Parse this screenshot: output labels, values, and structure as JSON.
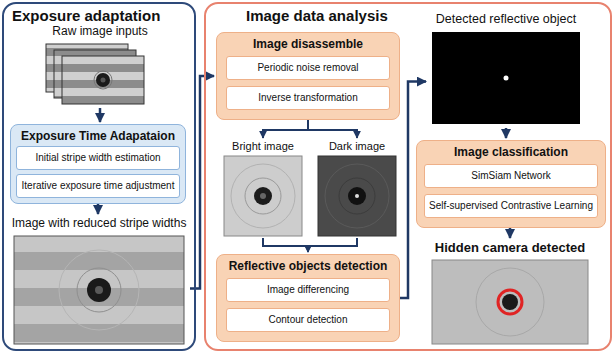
{
  "diagram": {
    "nodes": [
      {
        "text": [
          "Exposure adaptation"
        ]
      },
      {
        "text": [
          "Raw image inputs"
        ],
        "in": 0
      },
      {
        "text": [
          "Exposure Time Adapataion"
        ],
        "in": 0
      },
      {
        "text": [
          "Initial stripe width estimation"
        ],
        "in": 2
      },
      {
        "text": [
          "Iterative exposure time adjustment"
        ],
        "in": 2
      },
      {
        "text": [
          "Image with reduced stripe widths"
        ],
        "in": 0
      },
      {
        "text": [
          "Image data analysis"
        ]
      },
      {
        "text": [
          "Image disassemble"
        ],
        "in": 6
      },
      {
        "text": [
          "Periodic noise removal"
        ],
        "in": 7
      },
      {
        "text": [
          "Inverse transformation"
        ],
        "in": 7
      },
      {
        "text": [
          "Bright image"
        ],
        "in": 6
      },
      {
        "text": [
          "Dark image"
        ],
        "in": 6
      },
      {
        "text": [
          "Reflective objects detection"
        ],
        "in": 6
      },
      {
        "text": [
          "Image differencing"
        ],
        "in": 12
      },
      {
        "text": [
          "Contour detection"
        ],
        "in": 12
      },
      {
        "text": [
          "Detected reflective object"
        ],
        "in": 6
      },
      {
        "text": [
          "Image classification"
        ],
        "in": 6
      },
      {
        "text": [
          "SimSiam Network"
        ],
        "in": 16
      },
      {
        "text": [
          "Self-supervised Contrastive Learning"
        ],
        "in": 16
      },
      {
        "text": [
          "Hidden camera detected"
        ],
        "in": 6
      }
    ],
    "edges": [
      {
        "from": 1,
        "to": 2,
        "arrow": "to"
      },
      {
        "from": 2,
        "to": 5,
        "arrow": "to"
      },
      {
        "from": 5,
        "to": 7,
        "arrow": "to"
      },
      {
        "from": 7,
        "to": 10,
        "arrow": "to"
      },
      {
        "from": 7,
        "to": 11,
        "arrow": "to"
      },
      {
        "from": 10,
        "to": 12,
        "arrow": "to"
      },
      {
        "from": 11,
        "to": 12,
        "arrow": "to"
      },
      {
        "from": 12,
        "to": 15,
        "arrow": "to"
      },
      {
        "from": 15,
        "to": 16,
        "arrow": "to"
      },
      {
        "from": 16,
        "to": 19,
        "arrow": "to"
      }
    ]
  }
}
